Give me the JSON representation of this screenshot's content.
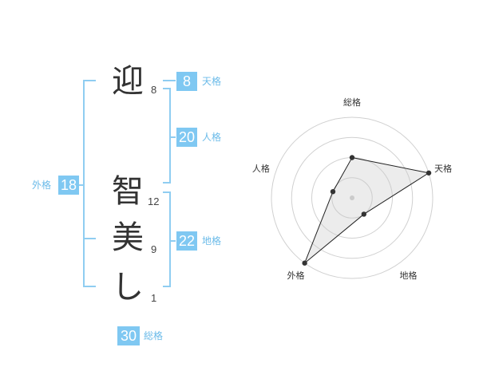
{
  "name_chars": [
    {
      "char": "迎",
      "strokes": "8"
    },
    {
      "char": "智",
      "strokes": "12"
    },
    {
      "char": "美",
      "strokes": "9"
    },
    {
      "char": "し",
      "strokes": "1"
    }
  ],
  "kakusu": {
    "tenkaku": {
      "value": "8",
      "label": "天格"
    },
    "jinkaku": {
      "value": "20",
      "label": "人格"
    },
    "chikaku": {
      "value": "22",
      "label": "地格"
    },
    "gaikaku": {
      "value": "18",
      "label": "外格"
    },
    "soukaku": {
      "value": "30",
      "label": "総格"
    }
  },
  "colors": {
    "accent": "#7fc8f2",
    "bracket": "#8fcdf1"
  },
  "chart_data": {
    "type": "radar",
    "axes": [
      "総格",
      "天格",
      "地格",
      "外格",
      "人格"
    ],
    "values": [
      2,
      4,
      1,
      4,
      1
    ],
    "rmax": 4,
    "rings": 4,
    "grid": true
  }
}
